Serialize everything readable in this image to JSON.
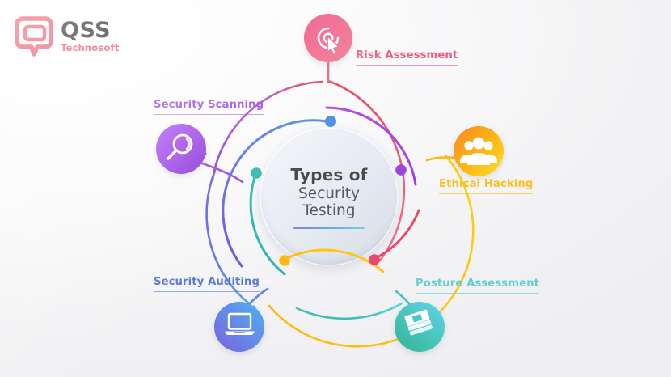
{
  "brand": {
    "name": "QSS",
    "tagline": "Technosoft",
    "logo_icon": "qss-q-bubble-logo",
    "mark_color": "#e8455b",
    "name_color": "#151515"
  },
  "center": {
    "line1": "Types of",
    "line2": "Security",
    "line3": "Testing",
    "underline_gradient": [
      "#7c6ae0",
      "#5b9bd5",
      "#6fc5d8"
    ]
  },
  "nodes": [
    {
      "id": "risk-assessment",
      "label": "Risk Assessment",
      "icon": "target-cursor-icon",
      "color": "#ed5a7d",
      "gradient": [
        "#e8447a",
        "#f2708c"
      ],
      "position": "top"
    },
    {
      "id": "security-scanning",
      "label": "Security Scanning",
      "icon": "magnifier-icon",
      "color": "#9a4fe0",
      "gradient": [
        "#a855f7",
        "#8b3fd6"
      ],
      "position": "upper-left"
    },
    {
      "id": "ethical-hacking",
      "label": "Ethical Hacking",
      "icon": "people-group-icon",
      "color": "#fdc020",
      "gradient": [
        "#f79520",
        "#ffd21e"
      ],
      "position": "right"
    },
    {
      "id": "security-auditing",
      "label": "Security Auditing",
      "icon": "laptop-icon",
      "color": "#5b79d8",
      "gradient": [
        "#6a5fd8",
        "#55a8e8"
      ],
      "position": "lower-left"
    },
    {
      "id": "posture-assessment",
      "label": "Posture Assessment",
      "icon": "books-stack-icon",
      "color": "#63cfd0",
      "gradient": [
        "#3fb59a",
        "#56cfe1"
      ],
      "position": "lower-right"
    }
  ],
  "background": {
    "base_color": "#f2f2f4",
    "highlight_color": "#ffffff"
  }
}
